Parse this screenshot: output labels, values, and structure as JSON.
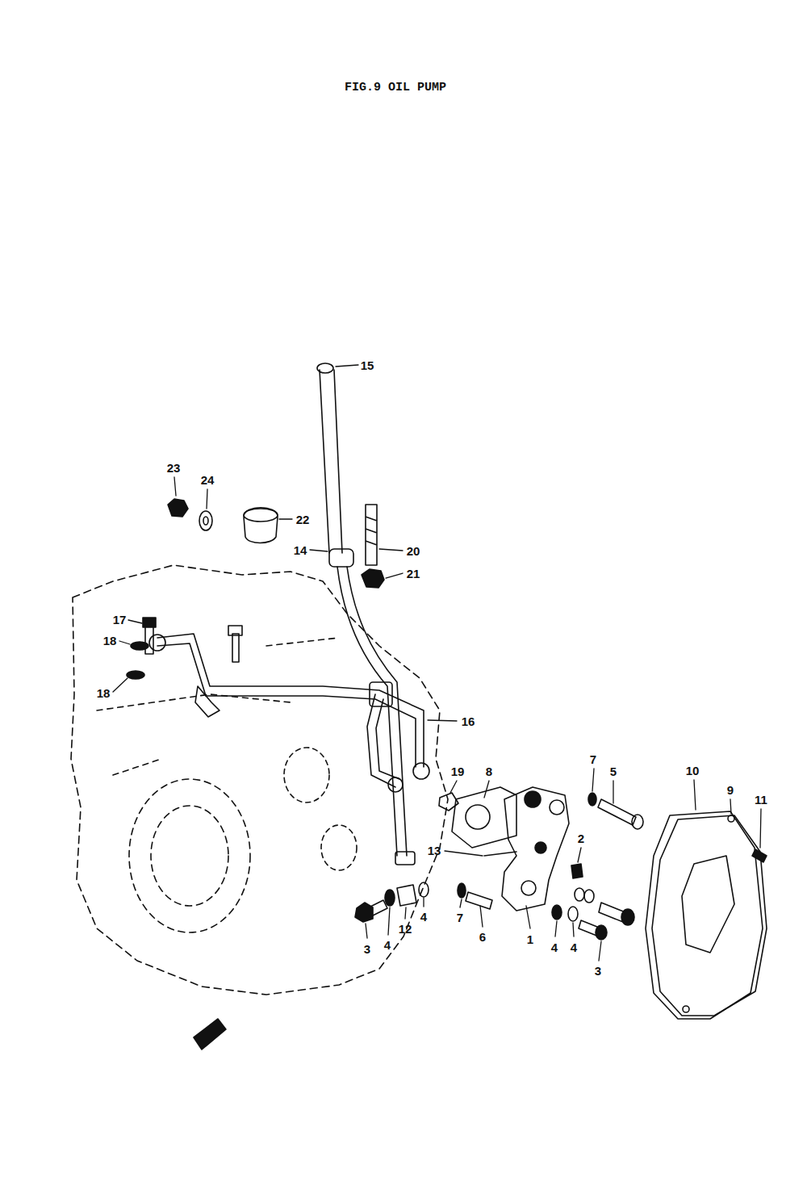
{
  "diagram": {
    "title": "FIG.9 OIL PUMP",
    "labels": [
      "15",
      "23",
      "24",
      "22",
      "14",
      "20",
      "21",
      "17",
      "18",
      "18",
      "16",
      "19",
      "8",
      "7",
      "5",
      "10",
      "9",
      "11",
      "13",
      "2",
      "3",
      "4",
      "12",
      "4",
      "7",
      "6",
      "1",
      "4",
      "4",
      "3"
    ]
  }
}
